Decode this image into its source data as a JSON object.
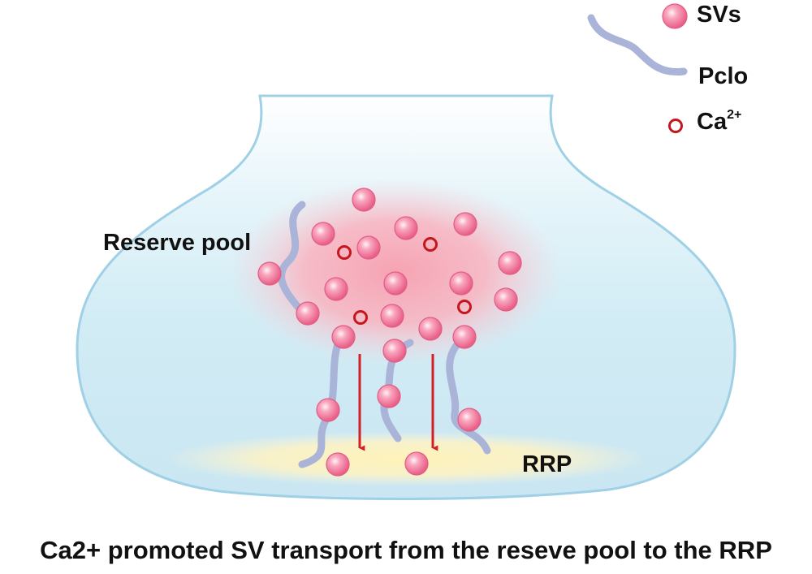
{
  "legend": {
    "svs_label": "SVs",
    "pclo_label": "Pclo",
    "ca_label_base": "Ca",
    "ca_label_sup": "2+"
  },
  "labels": {
    "reserve_pool": "Reserve pool",
    "rrp": "RRP"
  },
  "caption": "Ca2+ promoted SV transport from the reseve pool to the RRP",
  "colors": {
    "terminal_fill": "#d3edf5",
    "terminal_outline": "#9fd0e6",
    "reserve_glow": "#f7aab8",
    "rrp_glow": "#fff1b0",
    "vesicle": "#ee6f95",
    "pclo": "#a9b4d8",
    "calcium": "#c4161c",
    "arrow": "#d32027",
    "text": "#111111"
  }
}
